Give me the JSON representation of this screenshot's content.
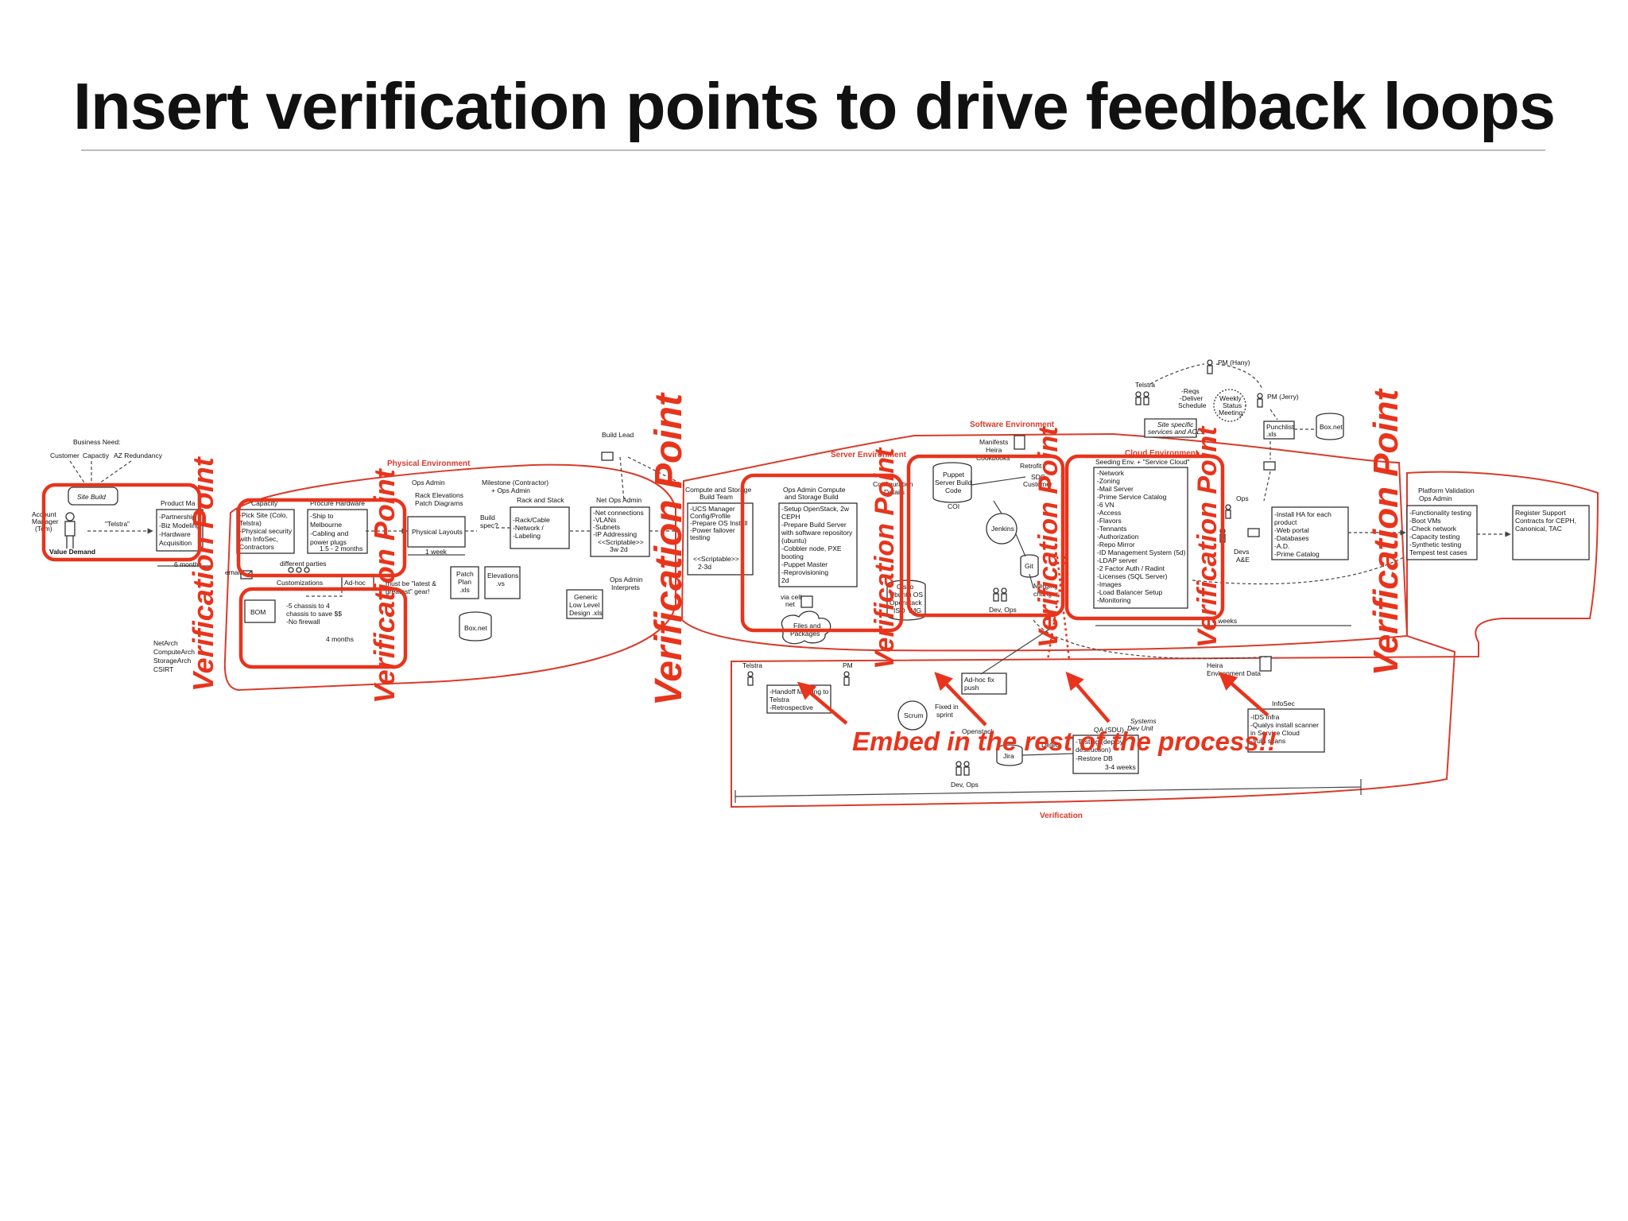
{
  "title": "Insert verification points to drive feedback loops",
  "callouts": {
    "verification_point": "Verification Point",
    "embed": "Embed in the rest of the process!!"
  },
  "environments": {
    "physical": "Physical Environment",
    "server": "Server Environment",
    "software": "Software Environment",
    "cloud": "Cloud Environment",
    "verification": "Verification"
  },
  "top_left": {
    "business_need": "Business Need:",
    "customer": "Customer",
    "capacity": "Capactiy",
    "az": "AZ Redundancy",
    "site_build": "Site Build",
    "account_manager": [
      "Account",
      "Manager",
      "(Tom)"
    ],
    "telstra_quote": "\"Telstra\"",
    "value_demand": "Value Demand",
    "product_mgr": "Product Ma",
    "product_items": [
      "-Partnership",
      "-Biz Modeling",
      "-Hardware",
      "Acquisition"
    ],
    "months6": "6 months",
    "arch_list": [
      "NetArch",
      "ComputeArch",
      "StorageArch",
      "CSIRT"
    ],
    "email": "email"
  },
  "physical": {
    "capacity_title": "Capacity",
    "capacity_items": [
      "-Pick Site (Colo,",
      "Telstra)",
      "-Physical security",
      "with InfoSec,",
      "Contractors"
    ],
    "procure_title": "Procure Hardware",
    "procure_items": [
      "-Ship to",
      "Melbourne",
      "-Cabling and",
      "power plugs"
    ],
    "procure_time": "1.5 - 2 months",
    "different_parties": "different parties",
    "customizations": "Customizations",
    "adhoc": "Ad-hoc",
    "bom": "BOM",
    "bom_items": [
      "-5 chassis to 4",
      "chassis to save $$",
      "-No firewall"
    ],
    "months4": "4 months",
    "latest": [
      "must be \"latest &",
      "greatest\" gear!"
    ],
    "ops_admin": "Ops Admin",
    "rack_elev": [
      "Rack Elevations",
      "Patch Diagrams"
    ],
    "physical_layouts": "Physical Layouts",
    "week1": "1 week",
    "patch_plan": [
      "Patch",
      "Plan",
      ".xls"
    ],
    "elevations": [
      "Elevations",
      ".vs"
    ],
    "boxnet": "Box.net",
    "milestone": [
      "Milestone (Contractor)",
      "+ Ops Admin"
    ],
    "build_spec": [
      "Build",
      "spec?"
    ],
    "rack_stack": "Rack and Stack",
    "rack_items": [
      "-Rack/Cable",
      "-Network /",
      "-Labeling"
    ],
    "build_lead": "Build Lead",
    "net_ops": "Net Ops Admin",
    "net_items": [
      "-Net connections",
      "-VLANs",
      "-Subnets",
      "-IP Addressing",
      "<<Scriptable>>",
      "3w 2d"
    ],
    "ops_interprets": [
      "Ops Admin",
      "Interprets"
    ],
    "generic_lld": [
      "Generic",
      "Low Level",
      "Design .xls"
    ]
  },
  "server": {
    "compute_title": [
      "Compute and Storage",
      "Build Team"
    ],
    "compute_items": [
      "-UCS Manager",
      "Config/Profile",
      "-Prepare OS Install",
      "-Power failover",
      "testing",
      "",
      "<<Scriptable>>",
      "2-3d"
    ],
    "opsadmin_title": [
      "Ops Admin Compute",
      "and Storage Build"
    ],
    "opsadmin_items": [
      "-Setup OpenStack,   2w",
      "CEPH",
      "-Prepare Build Server",
      "with software repository",
      "(ubuntu)",
      "-Cobbler node, PXE",
      "booting",
      "-Puppet Master",
      "-Reprovisioning",
      "2d"
    ],
    "via_cell": [
      "via cell",
      "net"
    ],
    "files_packages": [
      "Files and",
      "Packages"
    ],
    "config_details": [
      "Configuration",
      "Details"
    ],
    "os_list": [
      "Cisco",
      "Ubuntu OS",
      "Openstack",
      "ISO",
      "IMG"
    ]
  },
  "software": {
    "manifests": [
      "Manifests",
      "Heira",
      "Cookbooks"
    ],
    "puppet": [
      "Puppet",
      "Server Build",
      "Code"
    ],
    "coi": "COI",
    "jenkins": "Jenkins",
    "git": "Git",
    "retrofit": "Retrofit",
    "sdc": [
      "SDC",
      "Customer"
    ],
    "merge": [
      "Merging",
      "changes"
    ],
    "dev_ops": "Dev, Ops"
  },
  "cloud": {
    "seeding_title": "Seeding Env. + \"Service Cloud\"",
    "seeding_items": [
      "-Network",
      "-Zoning",
      "-Mail Server",
      "-Prime Service Catalog",
      "-6 VN",
      "-Access",
      "-Flavors",
      "-Tennants",
      "-Authorization",
      "-Repo Mirror",
      "-ID Management System (5d)",
      "-LDAP server",
      "-2 Factor Auth / Radint",
      "-Licenses (SQL Server)",
      "-Images",
      "-Load Balancer Setup",
      "-Monitoring"
    ],
    "weeks3": "3 weeks",
    "ops": "Ops",
    "devs": [
      "Devs",
      "A&E"
    ],
    "ha_items": [
      "-Install HA for each",
      "product",
      "-Web portal",
      "-Databases",
      "-A.D.",
      "-Prime Catalog"
    ],
    "telstra": "Telstra",
    "pm_hany": "PM (Hany)",
    "pm_jerry": "PM (Jerry)",
    "reqs": [
      "-Reqs",
      "-Deliver",
      "Schedule"
    ],
    "weekly": [
      "Weekly",
      "Status",
      "Meeting"
    ],
    "site_specific": [
      "Site specific",
      "services and ACLs"
    ],
    "punchlist": [
      "Punchlist",
      ".xls"
    ],
    "boxnet": "Box.net",
    "platform_title": [
      "Platform Validation",
      "Ops Admin"
    ],
    "platform_items": [
      "-Functionality testing",
      "-Boot VMs",
      "-Check network",
      "-Capacity testing",
      "-Synthetic testing",
      "Tempest test cases"
    ],
    "register_items": [
      "Register Support",
      "Contracts for CEPH,",
      "Canonical, TAC"
    ]
  },
  "verification": {
    "telstra": "Telstra",
    "pm": "PM",
    "handoff": [
      "-Handoff Meeting to",
      "Telstra",
      "-Retrospective"
    ],
    "adhoc_fix": [
      "Ad-hoc fix",
      "push"
    ],
    "scrum": "Scrum",
    "fixed_sprint": [
      "Fixed in",
      "sprint"
    ],
    "openstack": "Openstack",
    "jira": "Jira",
    "defect": "Defect",
    "qa_title": "QA (SDU)",
    "qa_items": [
      "-Testing (deploy,",
      "destruction)",
      "-Restore DB",
      "3-4 weeks"
    ],
    "systems_devunit": [
      "Systems",
      "Dev Unit"
    ],
    "heira_env": [
      "Heira",
      "Environment Data"
    ],
    "infosec": "InfoSec",
    "infosec_items": [
      "-IDS Infra",
      "-Qualys install scanner",
      "in Service Cloud",
      "-Vuln scans"
    ],
    "dev_ops": "Dev, Ops"
  },
  "colors": {
    "accent_red": "#e8341c",
    "env_red": "#d93b2b"
  }
}
